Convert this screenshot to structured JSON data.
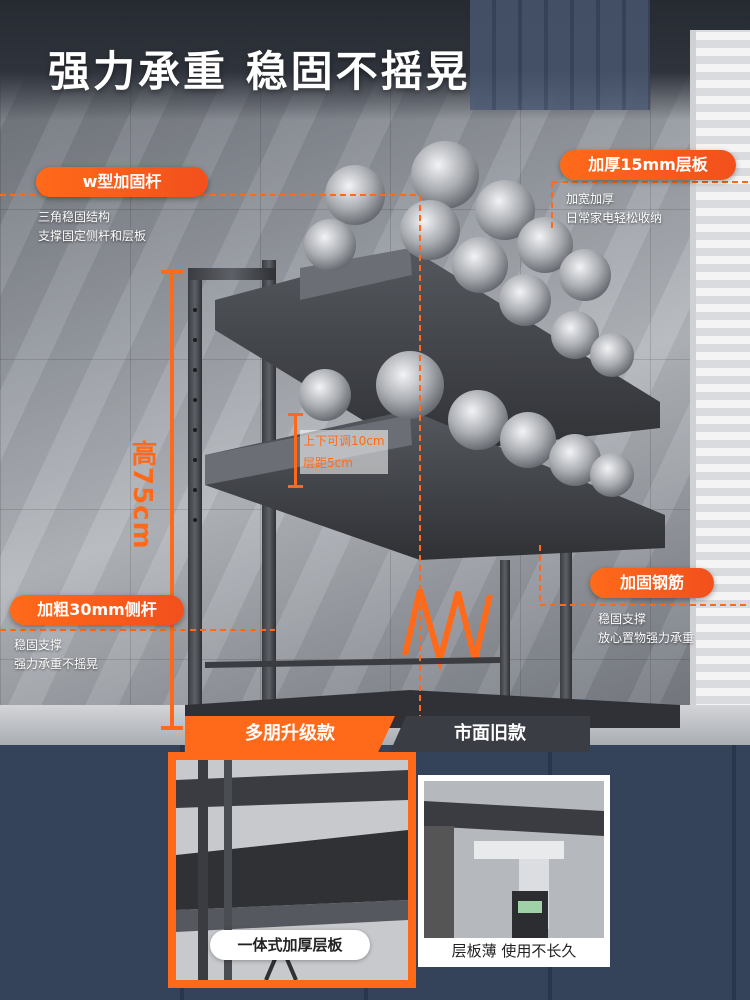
{
  "title": "强力承重 稳固不摇晃",
  "callouts": {
    "w_brace": {
      "tag": "w型加固杆",
      "lines": [
        "三角稳固结构",
        "支撑固定侧杆和层板"
      ]
    },
    "shelf_board": {
      "tag": "加厚15mm层板",
      "lines": [
        "加宽加厚",
        "日常家电轻松收纳"
      ]
    },
    "steel_bar": {
      "tag": "加固钢筋",
      "lines": [
        "稳固支撑",
        "放心置物强力承重"
      ]
    },
    "side_pole": {
      "tag": "加粗30mm侧杆",
      "lines": [
        "稳固支撑",
        "强力承重不摇晃"
      ]
    }
  },
  "height_label": "高75cm",
  "adjust_labels": [
    "上下可调10cm",
    "层距5cm"
  ],
  "comparison": {
    "new_title": "多朋升级款",
    "old_title": "市面旧款",
    "new_caption": "一体式加厚层板",
    "old_caption": "层板薄 使用不长久"
  },
  "colors": {
    "accent": "#ff6a1a",
    "dark": "#3a3d44",
    "text_light": "#ffffff"
  }
}
